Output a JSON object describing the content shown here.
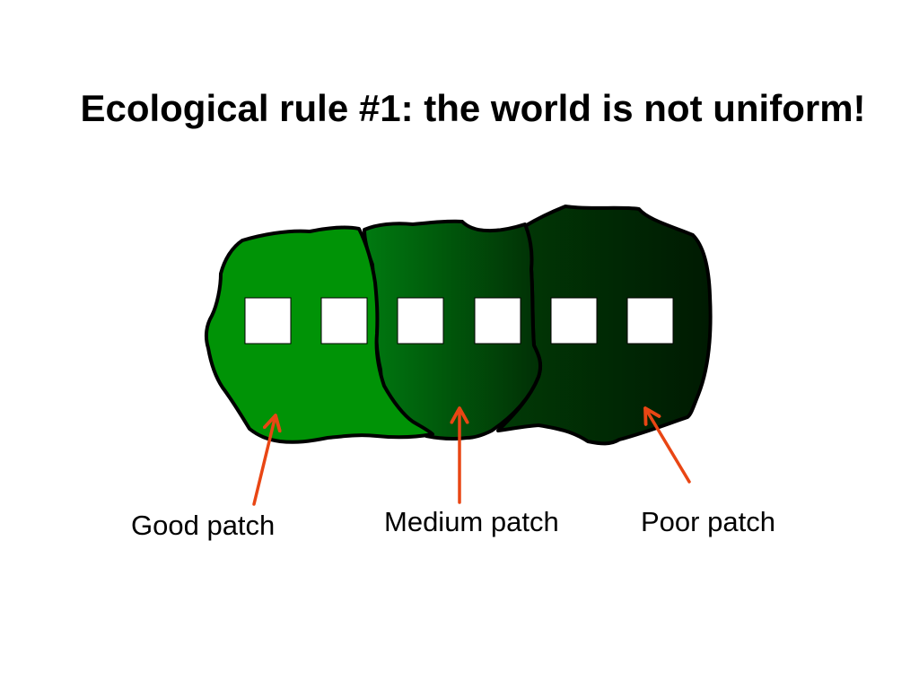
{
  "slide": {
    "title": "Ecological rule #1: the world is not uniform!"
  },
  "patches": [
    {
      "name": "good",
      "label": "Good patch",
      "color_start": "#009306",
      "color_end": "#009306"
    },
    {
      "name": "medium",
      "label": "Medium patch",
      "color_start": "#007a10",
      "color_end": "#012f05"
    },
    {
      "name": "poor",
      "label": "Poor patch",
      "color_start": "#013a06",
      "color_end": "#001a02"
    }
  ],
  "colors": {
    "arrow": "#e94614",
    "outline": "#000000",
    "square_fill": "#ffffff"
  },
  "squares_count": 6
}
